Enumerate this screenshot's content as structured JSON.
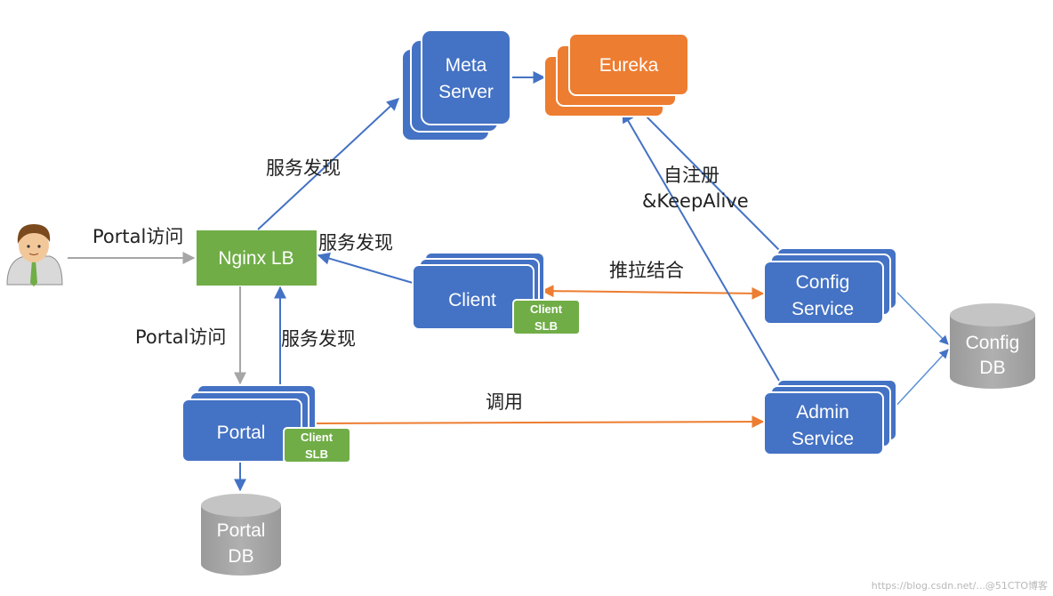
{
  "colors": {
    "blue": "#4472c4",
    "blue_border": "#ffffff",
    "orange": "#ed7d31",
    "green": "#70ad47",
    "db_gray": "#a5a5a5",
    "arrow_blue": "#4472c4",
    "arrow_orange": "#ed7d31",
    "arrow_gray": "#a6a6a6"
  },
  "nodes": {
    "meta_server": [
      "Meta",
      "Server"
    ],
    "eureka": "Eureka",
    "nginx_lb": "Nginx LB",
    "client": "Client",
    "client_slb": [
      "Client",
      "SLB"
    ],
    "config_service": [
      "Config",
      "Service"
    ],
    "admin_service": [
      "Admin",
      "Service"
    ],
    "portal": "Portal",
    "portal_slb": [
      "Client",
      "SLB"
    ],
    "config_db": [
      "Config",
      "DB"
    ],
    "portal_db": [
      "Portal",
      "DB"
    ]
  },
  "labels": {
    "discovery_meta": "服务发现",
    "portal_access_user": "Portal访问",
    "discovery_client": "服务发现",
    "register": [
      "自注册",
      "&KeepAlive"
    ],
    "push_pull": "推拉结合",
    "portal_access_down": "Portal访问",
    "discovery_portal": "服务发现",
    "invoke": "调用"
  },
  "watermark": "https://blog.csdn.net/...@51CTO博客",
  "icons": {
    "user": "user-avatar-icon"
  }
}
